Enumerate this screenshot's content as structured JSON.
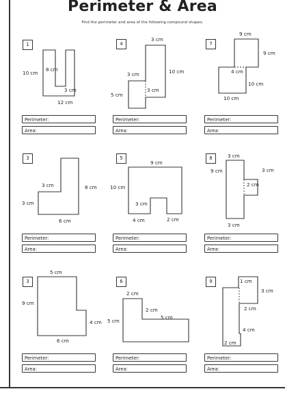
{
  "title": "Perimeter & Area",
  "subtitle": "Find the perimeter and area of the following compound shapes.",
  "field_labels": {
    "perimeter": "Perimeter:",
    "area": "Area:"
  },
  "problems": [
    {
      "number": "1",
      "labels": [
        "8 cm",
        "10 cm",
        "3 cm",
        "12 cm"
      ]
    },
    {
      "number": "4",
      "labels": [
        "3 cm",
        "3 cm",
        "10 cm",
        "3 cm",
        "5 cm"
      ]
    },
    {
      "number": "7",
      "labels": [
        "9 cm",
        "9 cm",
        "4 cm",
        "10 cm",
        "10 cm"
      ]
    },
    {
      "number": "3",
      "labels": [
        "3 cm",
        "8 cm",
        "3 cm",
        "6 cm"
      ]
    },
    {
      "number": "5",
      "labels": [
        "9 cm",
        "10 cm",
        "3 cm",
        "4 cm",
        "2 cm"
      ]
    },
    {
      "number": "8",
      "labels": [
        "3 cm",
        "9 cm",
        "3 cm",
        "2 cm",
        "3 cm"
      ]
    },
    {
      "number": "3",
      "labels": [
        "5 cm",
        "9 cm",
        "4 cm",
        "6 cm"
      ]
    },
    {
      "number": "6",
      "labels": [
        "2 cm",
        "2 cm",
        "5 cm",
        "5 cm"
      ]
    },
    {
      "number": "9",
      "labels": [
        "1 cm",
        "3 cm",
        "2 cm",
        "4 cm",
        "2 cm"
      ]
    }
  ]
}
